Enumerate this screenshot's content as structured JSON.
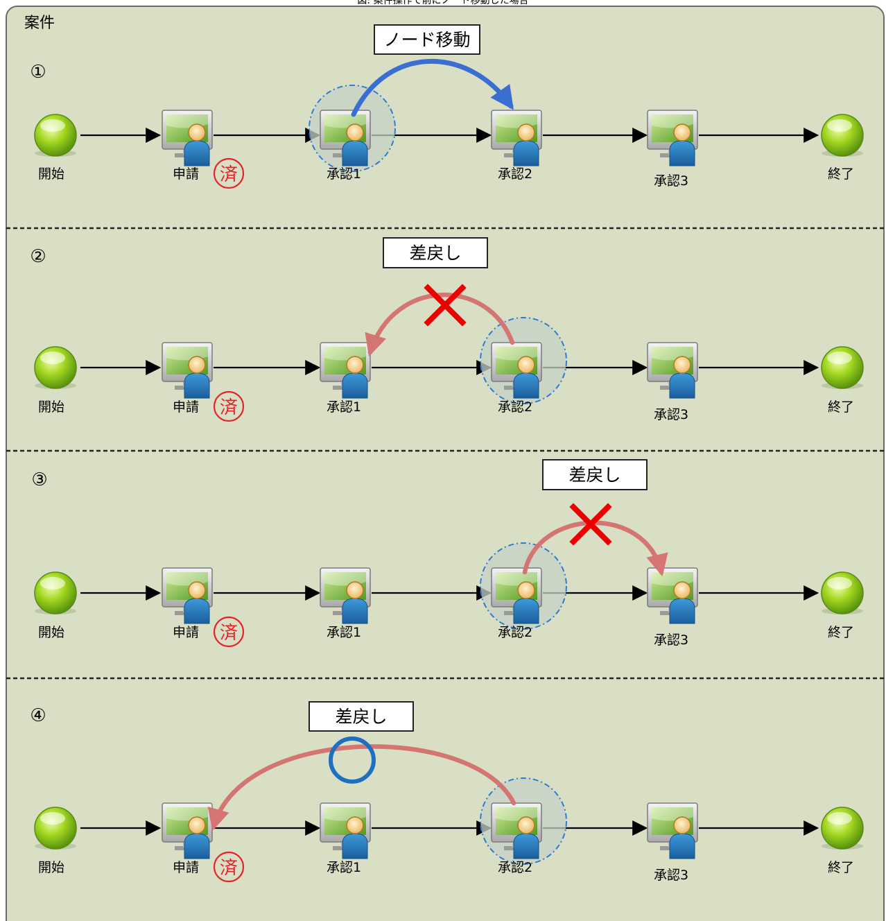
{
  "caption": "図: 案件操作で前にノード移動した場合",
  "panel_title": "案件",
  "colors": {
    "background": "#d8dfc4",
    "border": "#6b6b6b",
    "move_arrow": "#3a6fd1",
    "return_arrow": "#d47574",
    "cross": "#ee0000",
    "ok_circle": "#1f6fc0",
    "done_stamp": "#e8202a",
    "highlight_stroke": "#2f7bd0"
  },
  "node_labels": {
    "start": "開始",
    "apply": "申請",
    "approve1": "承認1",
    "approve2": "承認2",
    "approve3": "承認3",
    "end": "終了"
  },
  "done_stamp": "済",
  "scenarios": [
    {
      "number": "①",
      "action": "ノード移動",
      "action_kind": "move",
      "active_node": "approve1",
      "arrow_from": "approve1",
      "arrow_to": "approve2",
      "result": "none"
    },
    {
      "number": "②",
      "action": "差戻し",
      "action_kind": "return",
      "active_node": "approve2",
      "arrow_from": "approve2",
      "arrow_to": "approve1",
      "result": "ng"
    },
    {
      "number": "③",
      "action": "差戻し",
      "action_kind": "return",
      "active_node": "approve2",
      "arrow_from": "approve2",
      "arrow_to": "approve3",
      "result": "ng"
    },
    {
      "number": "④",
      "action": "差戻し",
      "action_kind": "return",
      "active_node": "approve2",
      "arrow_from": "approve2",
      "arrow_to": "apply",
      "result": "ok"
    }
  ]
}
